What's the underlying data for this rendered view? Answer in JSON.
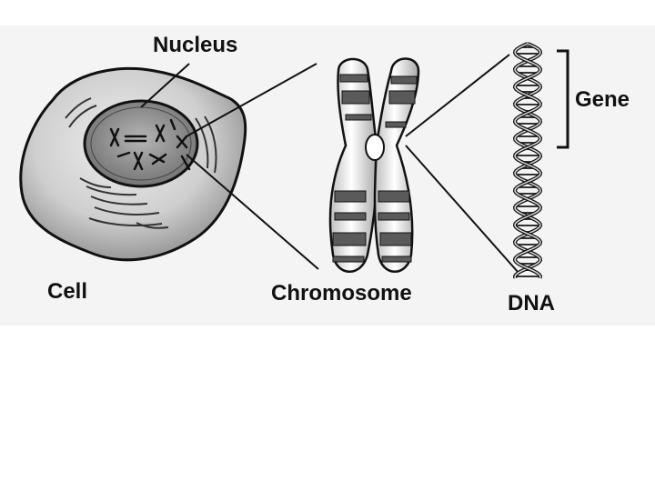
{
  "labels": {
    "nucleus": "Nucleus",
    "cell": "Cell",
    "chromosome": "Chromosome",
    "gene": "Gene",
    "dna": "DNA"
  },
  "colors": {
    "background": "#ffffff",
    "panel": "#f4f4f4",
    "outline": "#111111",
    "cell_fill": "#cfcfcf",
    "nucleus_fill": "#8f8f8f",
    "chromosome_light": "#f2f2f2",
    "chromosome_dark": "#5a5a5a"
  },
  "icons": {
    "cell": "cell-with-nucleus-drawing",
    "chromosome": "x-shaped-chromosome-drawing",
    "dna": "double-helix-drawing"
  }
}
